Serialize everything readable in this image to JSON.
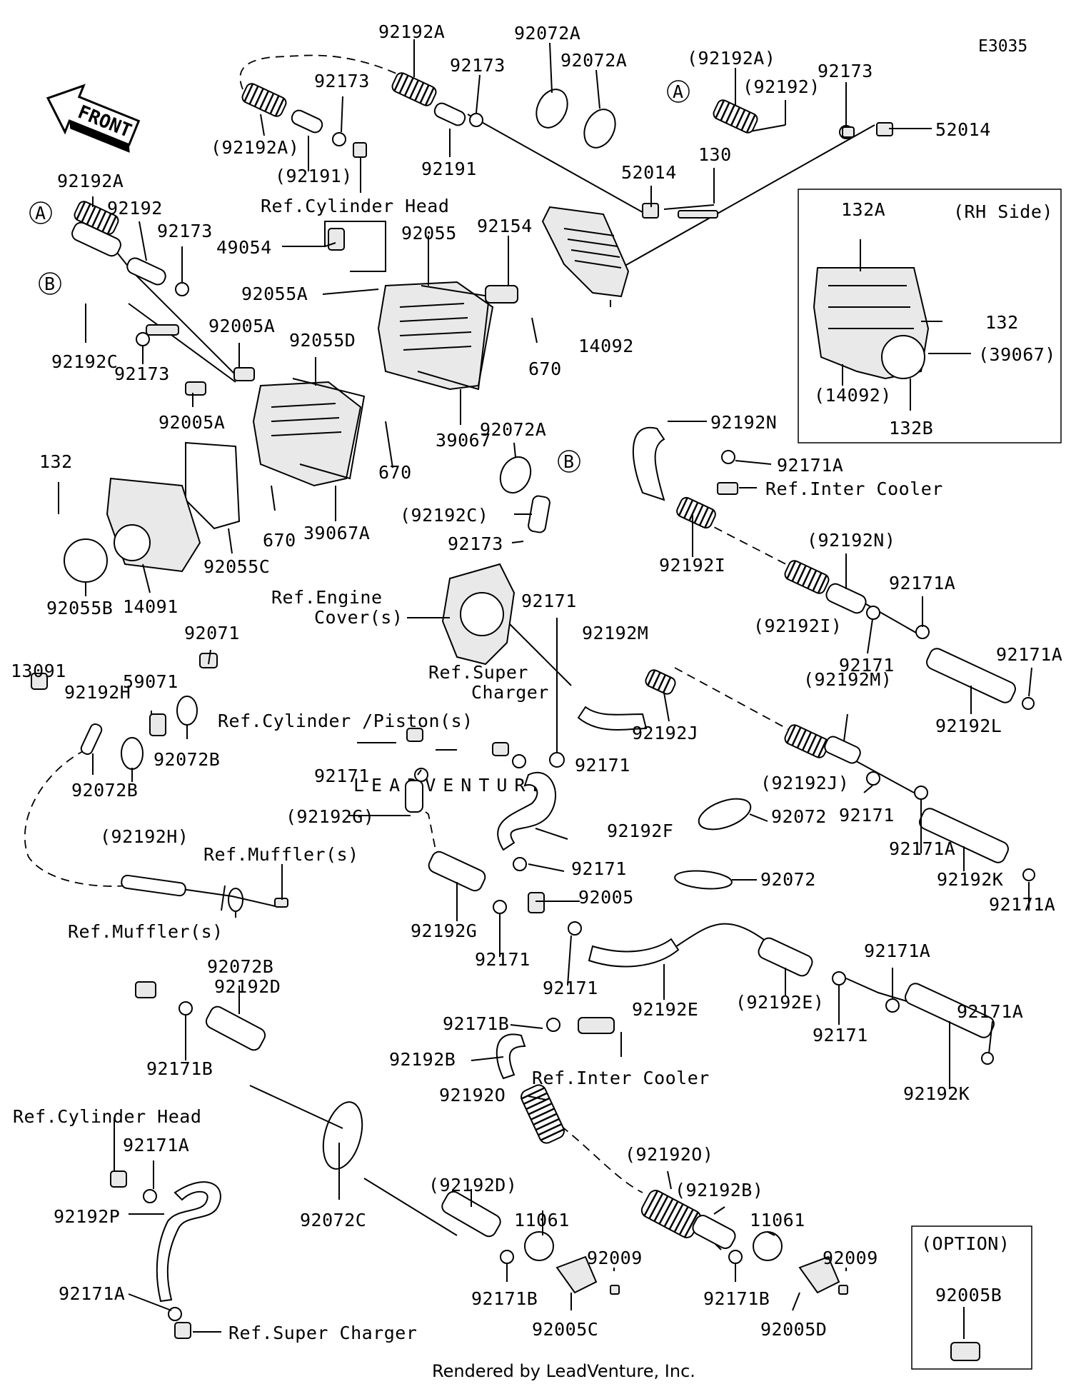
{
  "diagram_code": "E3035",
  "front_label": "FRONT",
  "watermark": "LEADVENTURE",
  "footer": "Rendered by LeadVenture, Inc.",
  "rh_side_box": {
    "title": "(RH Side)",
    "labels": [
      "132A",
      "132",
      "(39067)",
      "(14092)",
      "132B"
    ]
  },
  "option_box": {
    "title": "(OPTION)",
    "part": "92005B"
  },
  "circle_markers": [
    "A",
    "B",
    "A",
    "B"
  ],
  "callouts": [
    "92192A",
    "92072A",
    "92072A",
    "92173",
    "(92192A)",
    "(92192)",
    "92173",
    "52014",
    "(92192A)",
    "92173",
    "(92191)",
    "92191",
    "Ref.Cylinder Head",
    "52014",
    "130",
    "92192A",
    "92192",
    "92173",
    "49054",
    "92055",
    "92154",
    "92055A",
    "92192C",
    "92173",
    "92005A",
    "92055D",
    "92005A",
    "670",
    "14092",
    "39067",
    "670",
    "670",
    "39067A",
    "132",
    "92055C",
    "14091",
    "92055B",
    "92192N",
    "92171A",
    "Ref.Inter Cooler",
    "92072A",
    "(92192C)",
    "92173",
    "92192I",
    "(92192N)",
    "92171A",
    "(92192I)",
    "92171",
    "92171A",
    "92192L",
    "Ref.Engine Cover(s)",
    "92171",
    "92192M",
    "Ref.Super Charger",
    "(92192M)",
    "92192J",
    "(92192J)",
    "92171",
    "92171A",
    "92192K",
    "92171A",
    "13091",
    "92192H",
    "59071",
    "92071",
    "92072B",
    "92072B",
    "Ref.Cylinder /Piston(s)",
    "92171",
    "92171",
    "(92192G)",
    "92192F",
    "92072",
    "92072",
    "92171",
    "92005",
    "92192G",
    "92171",
    "92171",
    "(92192H)",
    "Ref.Muffler(s)",
    "Ref.Muffler(s)",
    "92072B",
    "92192D",
    "92171B",
    "92192E",
    "(92192E)",
    "92171",
    "92171A",
    "92171A",
    "92192K",
    "92171B",
    "92192B",
    "Ref.Inter Cooler",
    "92192O",
    "(92192O)",
    "(92192B)",
    "Ref.Cylinder Head",
    "92171A",
    "92192P",
    "92171A",
    "Ref.Super Charger",
    "92072C",
    "(92192D)",
    "11061",
    "92009",
    "11061",
    "92009",
    "92171B",
    "92005C",
    "92171B",
    "92005D"
  ]
}
